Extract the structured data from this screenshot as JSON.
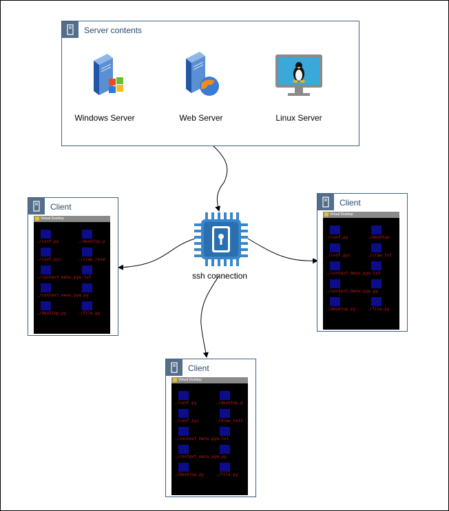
{
  "server_group": {
    "title": "Server contents",
    "servers": [
      {
        "label": "Windows Server",
        "icon": "windows-server-icon"
      },
      {
        "label": "Web Server",
        "icon": "web-server-icon"
      },
      {
        "label": "Linux Server",
        "icon": "linux-server-icon"
      }
    ]
  },
  "hub": {
    "label": "ssh connection",
    "icon": "ssh-chip-icon"
  },
  "clients": [
    {
      "title": "Client",
      "window_title": "Virtual Desktop",
      "files": [
        "./conf.py",
        "./desktop.p",
        "./conf.pyc",
        "./craw_rese",
        "./context_menu.pyw.txt",
        "",
        "./context_menu.pyw.py",
        "",
        "./desktop.py",
        "./file.py"
      ]
    },
    {
      "title": "Client",
      "window_title": "Virtual Desktop",
      "files": [
        "./conf.py",
        "./desktop.",
        "./conf.pyc",
        "./craw_tsl",
        "./context_menu.pyw.txt",
        "",
        "./context_menu.pyw.py",
        "",
        "./desktop.py",
        "./file.py"
      ]
    },
    {
      "title": "Client",
      "window_title": "Virtual Desktop",
      "files": [
        "./conf.py",
        "./desktop.p",
        "./conf.pyc",
        "./draw_test",
        "./context_menu.pyw.txt",
        "",
        "./context_menu.pyw.py",
        "",
        "./desktop.py",
        "./file.py"
      ]
    }
  ],
  "colors": {
    "group_border": "#3f5f82",
    "group_header": "#546e8a",
    "chip": "#3a86c8",
    "file_icon": "#0d0d8c",
    "file_text": "#c41a1a"
  }
}
